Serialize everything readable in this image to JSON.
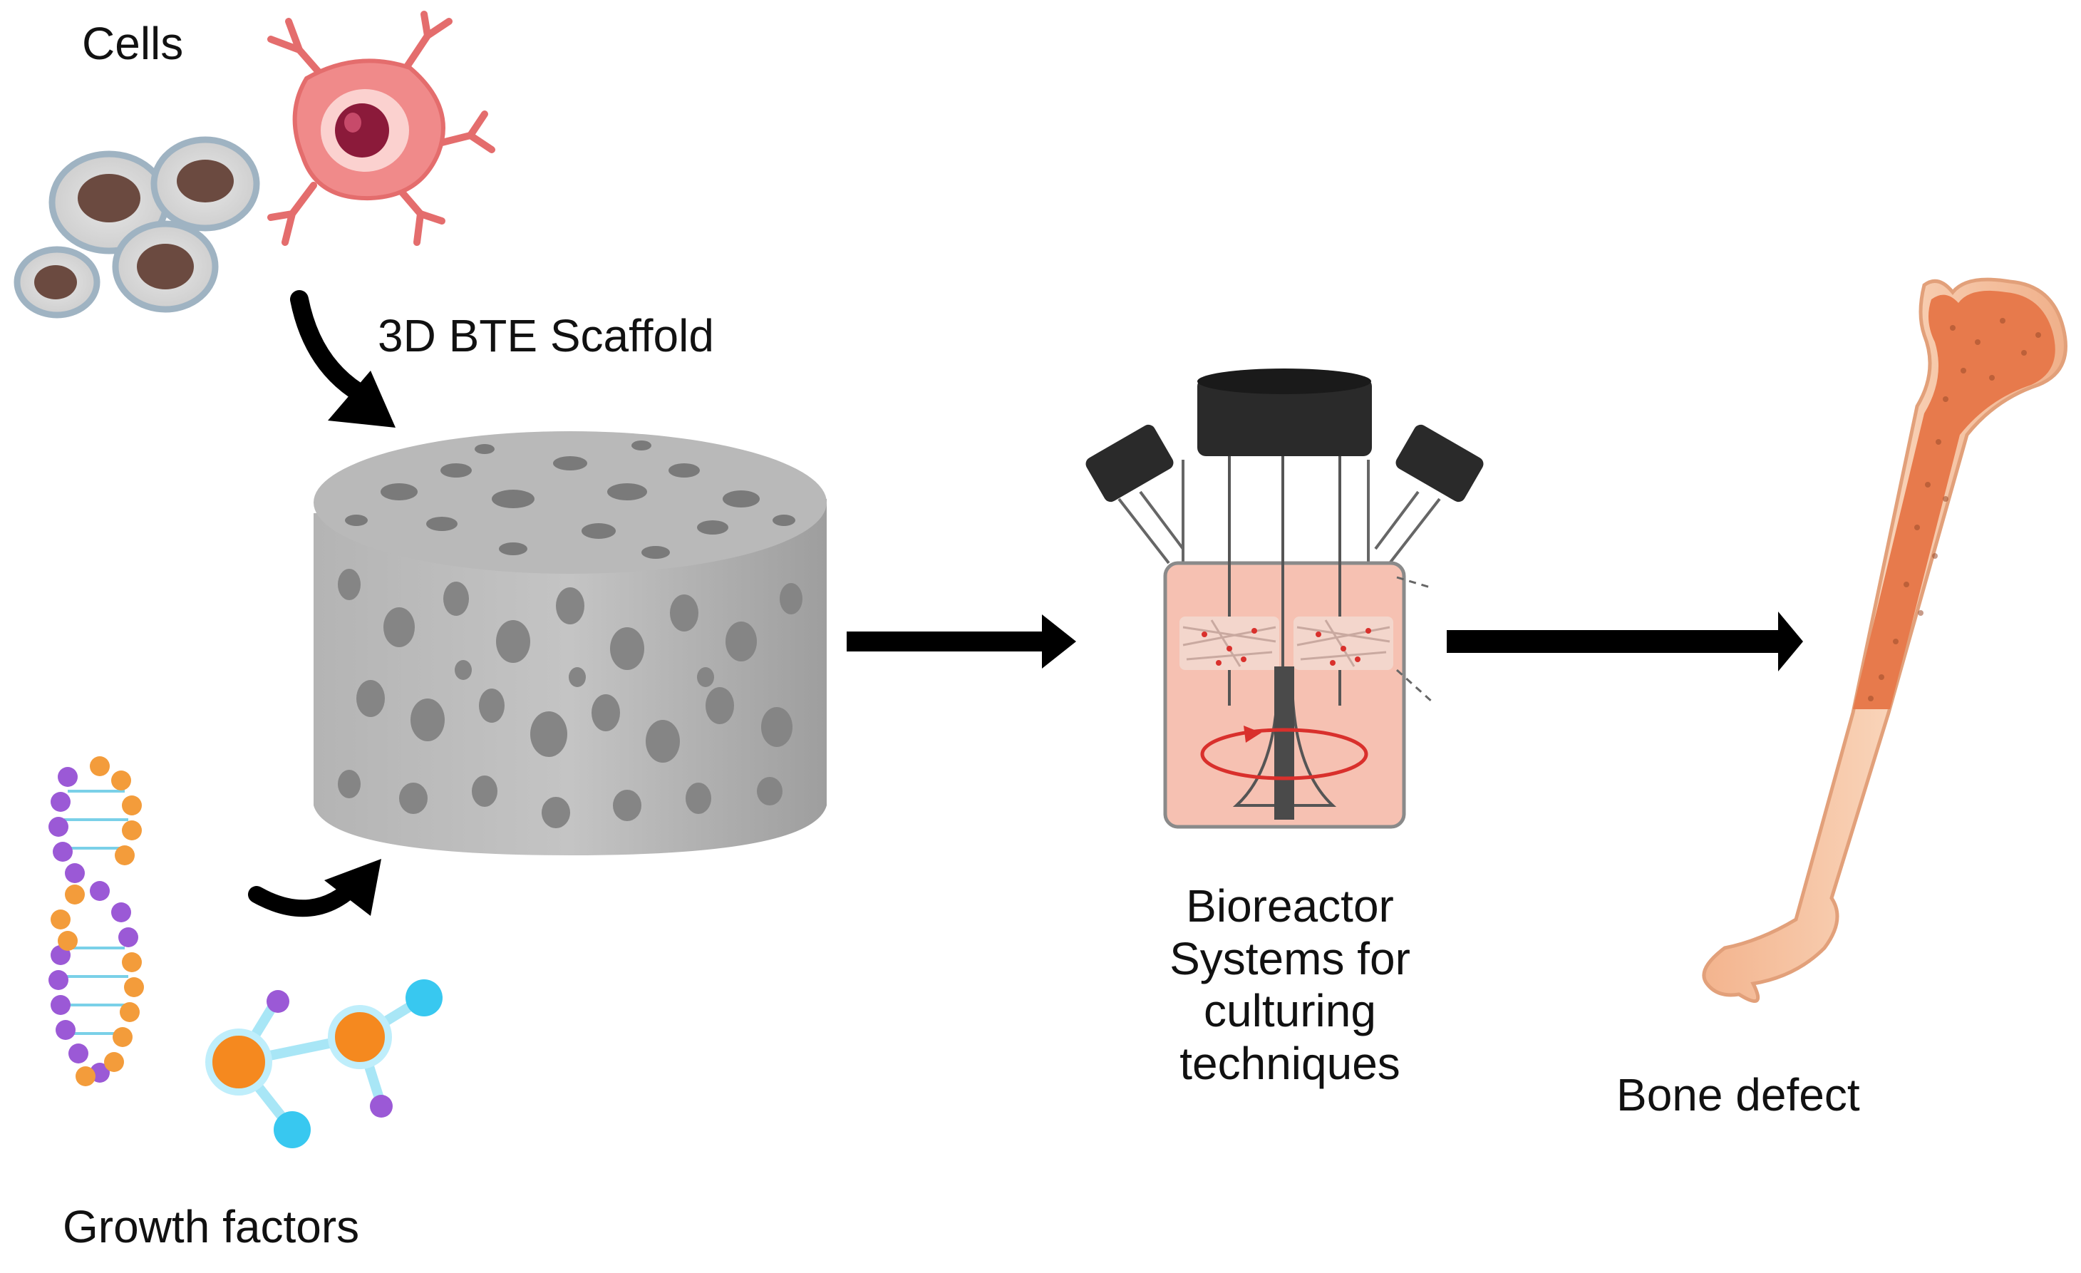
{
  "labels": {
    "cells": "Cells",
    "scaffold": "3D BTE Scaffold",
    "growth_factors": "Growth factors",
    "bioreactor_line1": "Bioreactor",
    "bioreactor_line2": "Systems for",
    "bioreactor_line3": "culturing",
    "bioreactor_line4": "techniques",
    "bone_defect": "Bone defect"
  },
  "colors": {
    "cell_fill": "#d9d9d9",
    "cell_rim": "#9fb3c2",
    "cell_nucleus": "#6b4a40",
    "stem_cell": "#f08a8a",
    "stem_nucleus": "#8b1a3a",
    "scaffold": "#a8a8a8",
    "scaffold_pore": "#7a7a7a",
    "dna_purple": "#9b59d6",
    "dna_orange": "#f39c3b",
    "molecule_cyan": "#38c8f0",
    "bioreactor_medium": "#f6c1b2",
    "bioreactor_cap": "#2a2a2a",
    "bone_outer": "#f7c8a8",
    "bone_marrow": "#e77a4c",
    "arrow": "#000000"
  },
  "icons": [
    "cells-icon",
    "stem-cell-icon",
    "scaffold-icon",
    "dna-icon",
    "molecule-icon",
    "bioreactor-icon",
    "bone-icon"
  ]
}
